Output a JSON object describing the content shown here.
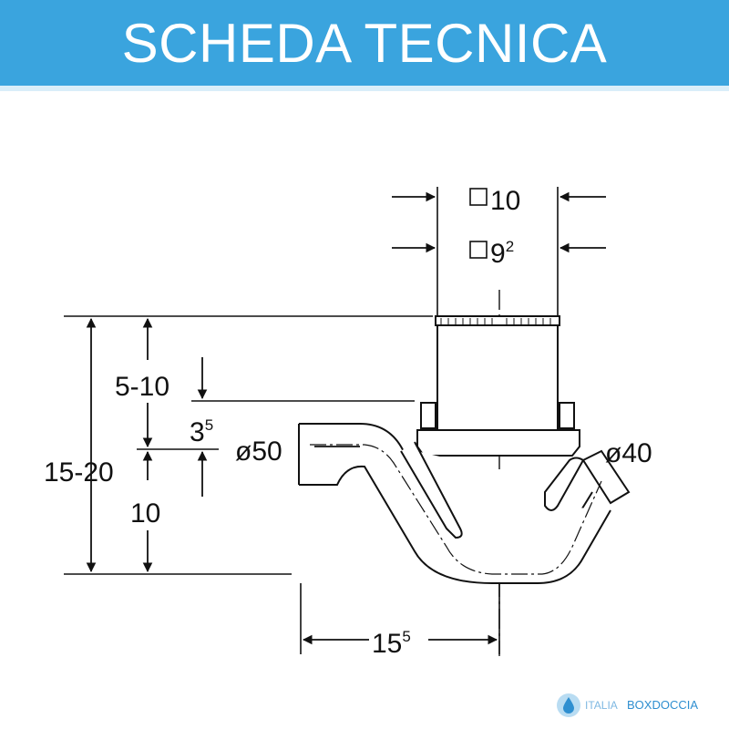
{
  "header": {
    "title": "SCHEDA TECNICA"
  },
  "dimensions": {
    "square_outer": {
      "value": "10",
      "sup": ""
    },
    "square_inner": {
      "value": "9",
      "sup": "2"
    },
    "height_total": {
      "value": "15-20",
      "sup": ""
    },
    "height_adjust": {
      "value": "5-10",
      "sup": ""
    },
    "height_collar": {
      "value": "3",
      "sup": "5"
    },
    "height_base": {
      "value": "10",
      "sup": ""
    },
    "inlet_diameter": {
      "value": "ø50",
      "sup": ""
    },
    "outlet_diameter": {
      "value": "ø40",
      "sup": ""
    },
    "horizontal_offset": {
      "value": "15",
      "sup": "5"
    }
  },
  "logo": {
    "part1": "ITALIA",
    "part2": "BOXDOCCIA"
  },
  "colors": {
    "banner": "#3aa4de",
    "logo_blue": "#2f8fd0"
  }
}
